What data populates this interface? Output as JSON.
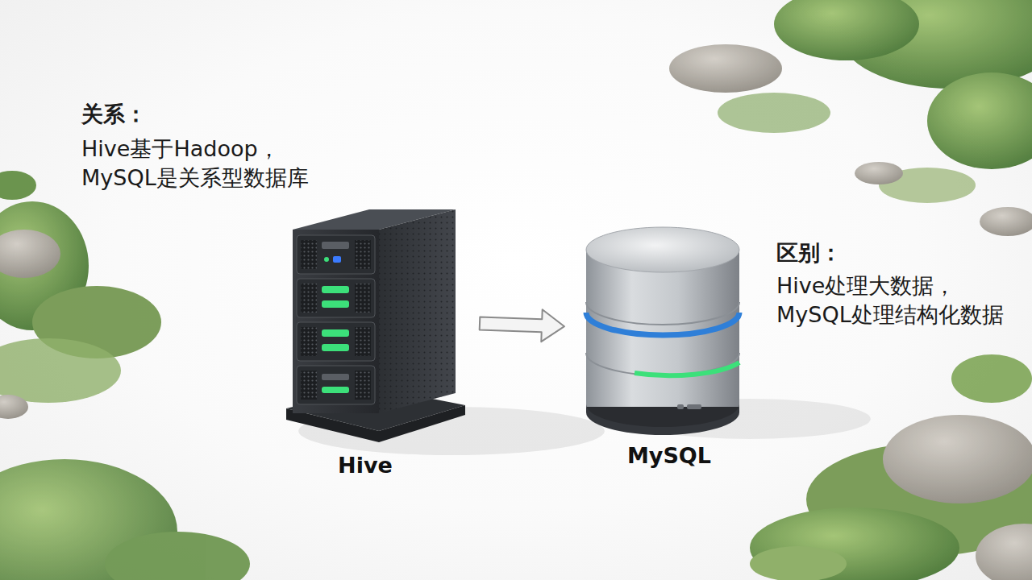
{
  "diagram": {
    "nodes": [
      {
        "text": [
          "Hive"
        ]
      },
      {
        "text": [
          "MySQL"
        ]
      }
    ],
    "edges": [
      {
        "from": 0,
        "to": 1,
        "arrow": "to"
      }
    ],
    "labels": [
      "关系：",
      "Hive基于Hadoop， MySQL是关系型数据库",
      "区别：",
      "Hive处理大数据， MySQL处理结构化数据"
    ]
  }
}
